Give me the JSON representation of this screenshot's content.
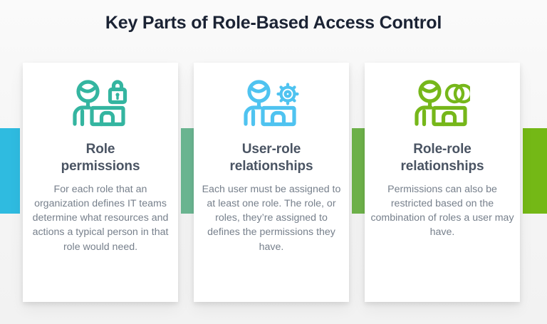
{
  "page": {
    "title": "Key Parts of Role-Based Access Control",
    "background": "#f5f5f5",
    "title_color": "#1b2334"
  },
  "accent_bars": [
    {
      "name": "accent-bar-left",
      "color": "#2fbbe0"
    },
    {
      "name": "accent-bar-gap-1",
      "color": "#6cb893"
    },
    {
      "name": "accent-bar-gap-2",
      "color": "#6fb44b"
    },
    {
      "name": "accent-bar-right",
      "color": "#74b816"
    }
  ],
  "cards": [
    {
      "icon": "person-desk-lock-icon",
      "icon_color": "#34b5a0",
      "heading_line1": "Role",
      "heading_line2": "permissions",
      "body": "For each role that an organization defines IT teams determine what resources and actions a typical person in that role would need."
    },
    {
      "icon": "person-desk-gear-icon",
      "icon_color": "#4fc3f0",
      "heading_line1": "User-role",
      "heading_line2": "relationships",
      "body": "Each user must be assigned to at least one role. The role, or roles, they’re assigned to defines the permissions they have."
    },
    {
      "icon": "person-desk-venn-icon",
      "icon_color": "#76b71a",
      "heading_line1": "Role-role",
      "heading_line2": "relationships",
      "body": "Permissions can also be restricted based on the combination of roles a user may have."
    }
  ]
}
